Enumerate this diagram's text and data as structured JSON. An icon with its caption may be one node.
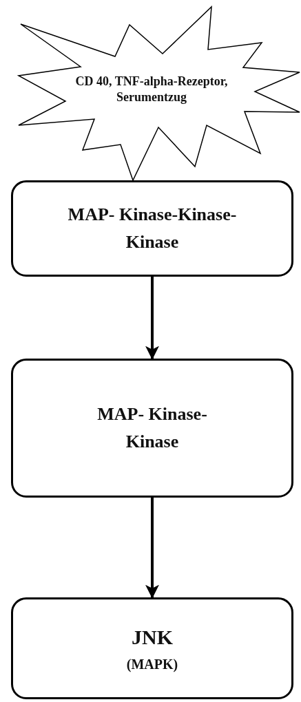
{
  "diagram": {
    "nodes": [
      {
        "text": [
          "CD 40, TNF-alpha-Rezeptor, Serumentzug"
        ]
      },
      {
        "text": [
          "MAP- Kinase-Kinase-Kinase"
        ]
      },
      {
        "text": [
          "MAP- Kinase-Kinase"
        ]
      },
      {
        "text": [
          "JNK",
          "(MAPK)"
        ]
      }
    ],
    "edges": [
      {
        "from": 1,
        "to": 2,
        "arrow": "to"
      },
      {
        "from": 2,
        "to": 3,
        "arrow": "to"
      }
    ]
  }
}
